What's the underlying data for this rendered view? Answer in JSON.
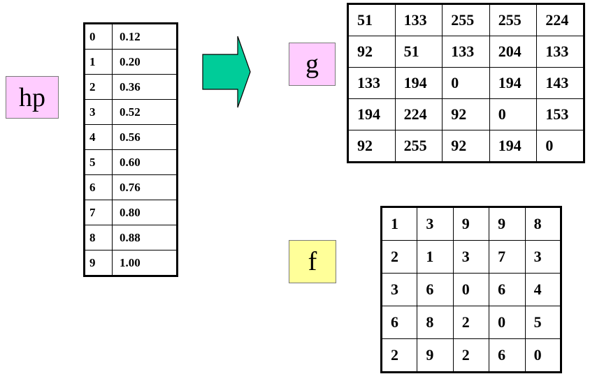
{
  "labels": {
    "hp": "hp",
    "g": "g",
    "f": "f"
  },
  "colors": {
    "pink_label": "#ffccff",
    "yellow_label": "#ffff99",
    "arrow_fill": "#00cc99"
  },
  "hp_table": {
    "rows": [
      {
        "index": "0",
        "value": "0.12"
      },
      {
        "index": "1",
        "value": "0.20"
      },
      {
        "index": "2",
        "value": "0.36"
      },
      {
        "index": "3",
        "value": "0.52"
      },
      {
        "index": "4",
        "value": "0.56"
      },
      {
        "index": "5",
        "value": "0.60"
      },
      {
        "index": "6",
        "value": "0.76"
      },
      {
        "index": "7",
        "value": "0.80"
      },
      {
        "index": "8",
        "value": "0.88"
      },
      {
        "index": "9",
        "value": "1.00"
      }
    ]
  },
  "g_matrix": [
    [
      "51",
      "133",
      "255",
      "255",
      "224"
    ],
    [
      "92",
      "51",
      "133",
      "204",
      "133"
    ],
    [
      "133",
      "194",
      "0",
      "194",
      "143"
    ],
    [
      "194",
      "224",
      "92",
      "0",
      "153"
    ],
    [
      "92",
      "255",
      "92",
      "194",
      "0"
    ]
  ],
  "f_matrix": [
    [
      "1",
      "3",
      "9",
      "9",
      "8"
    ],
    [
      "2",
      "1",
      "3",
      "7",
      "3"
    ],
    [
      "3",
      "6",
      "0",
      "6",
      "4"
    ],
    [
      "6",
      "8",
      "2",
      "0",
      "5"
    ],
    [
      "2",
      "9",
      "2",
      "6",
      "0"
    ]
  ],
  "arrow_icon": "right-arrow-icon"
}
